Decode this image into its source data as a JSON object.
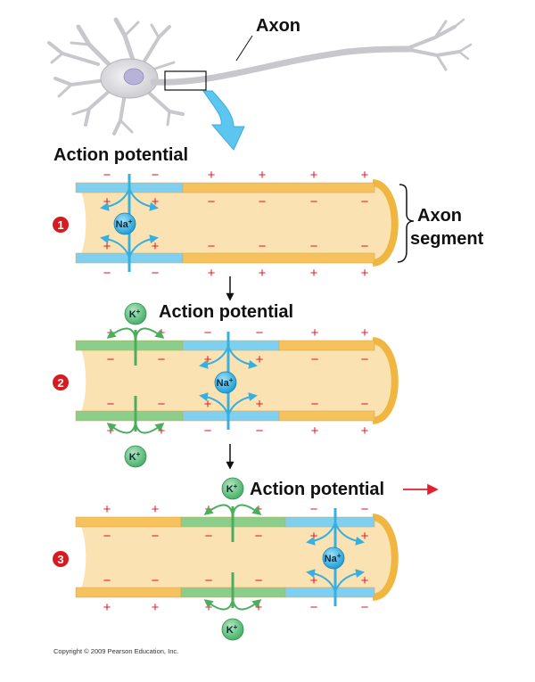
{
  "labels": {
    "axon": "Axon",
    "axon_segment_line1": "Axon",
    "axon_segment_line2": "segment",
    "action_potential": "Action potential",
    "copyright": "Copyright © 2009 Pearson Education, Inc."
  },
  "ions": {
    "sodium": "Na",
    "potassium": "K",
    "charge_sup": "+"
  },
  "charges": {
    "plus": "+",
    "minus": "−"
  },
  "steps": [
    "1",
    "2",
    "3"
  ],
  "colors": {
    "axon_fill": "#fbe2b2",
    "membrane_orange": "#f6c25e",
    "membrane_blue": "#7fd0f0",
    "membrane_green": "#8bcd8b",
    "sodium_blue": "#37b0e0",
    "potassium_green": "#5cc07a",
    "charge_red": "#e31e2d",
    "step_red": "#d71920",
    "arrow_big": "#5cc6f0"
  }
}
